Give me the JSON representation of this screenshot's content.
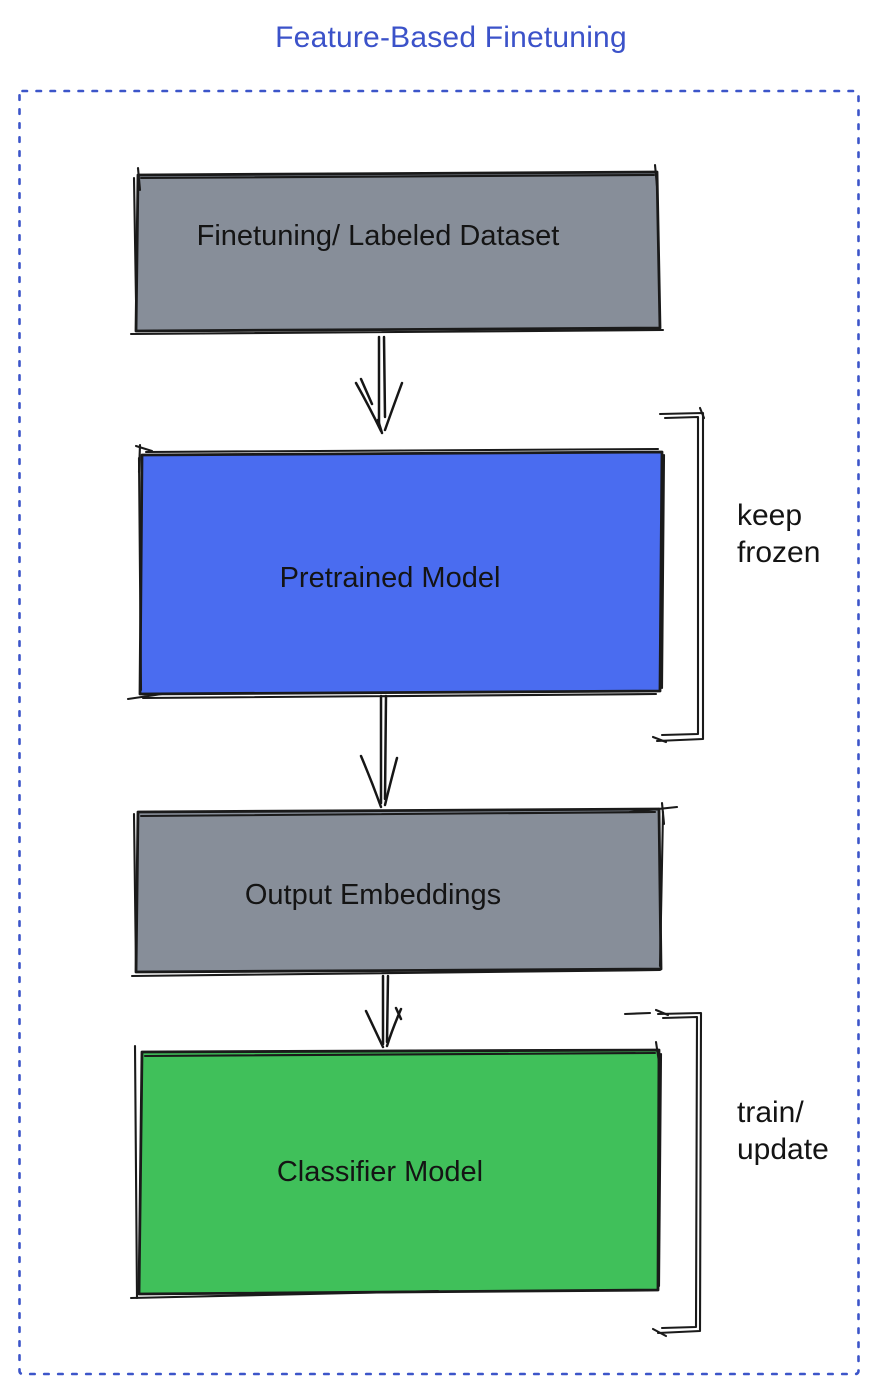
{
  "page": {
    "title": "Feature-Based Finetuning",
    "title_color": "#3b52c9",
    "background_color": "#ffffff"
  },
  "diagram": {
    "container_border_color": "#3c55c9",
    "sketch_stroke_color": "#1a1a1a",
    "boxes": [
      {
        "name": "finetuning-dataset-box",
        "label": "Finetuning/ Labeled Dataset",
        "fill": "#878e99",
        "text_color": "#141414"
      },
      {
        "name": "pretrained-model-box",
        "label": "Pretrained Model",
        "fill": "#4a6cf0",
        "text_color": "#141414"
      },
      {
        "name": "output-embeddings-box",
        "label": "Output Embeddings",
        "fill": "#878e99",
        "text_color": "#141414"
      },
      {
        "name": "classifier-model-box",
        "label": "Classifier Model",
        "fill": "#40c05a",
        "text_color": "#141414"
      }
    ],
    "annotations": [
      {
        "name": "keep-frozen-label",
        "text": "keep\nfrozen",
        "attached_to": "pretrained-model-box"
      },
      {
        "name": "train-update-label",
        "text": "train/\nupdate",
        "attached_to": "classifier-model-box"
      }
    ],
    "connector_icons": [
      "arrow-down-icon",
      "arrow-down-icon",
      "arrow-down-icon"
    ],
    "bracket_icons": [
      "right-square-bracket-icon",
      "right-square-bracket-icon"
    ]
  }
}
